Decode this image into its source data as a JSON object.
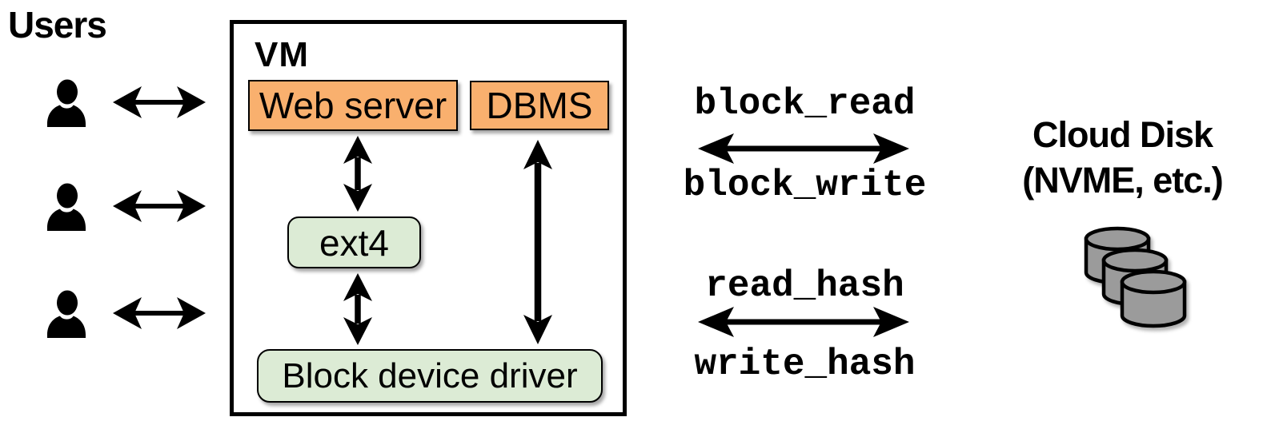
{
  "users": {
    "title": "Users",
    "count": 3
  },
  "vm": {
    "label": "VM",
    "components": {
      "web_server": "Web server",
      "dbms": "DBMS",
      "ext4": "ext4",
      "block_driver": "Block device driver"
    }
  },
  "protocols": {
    "block": {
      "read_label": "block_read",
      "write_label": "block_write"
    },
    "hash": {
      "read_label": "read_hash",
      "write_label": "write_hash"
    }
  },
  "cloud": {
    "title_line1": "Cloud Disk",
    "title_line2": "(NVME, etc.)",
    "disk_count": 3
  },
  "icons": {
    "user": "person-silhouette",
    "link": "double-headed-arrow",
    "disk": "cylinder-stack"
  },
  "colors": {
    "app_box": "#F9B06E",
    "fs_box": "#DCEBD5",
    "disk": "#9B9B9B",
    "stroke": "#000000",
    "canvas_bg": "#FFFFFF"
  }
}
